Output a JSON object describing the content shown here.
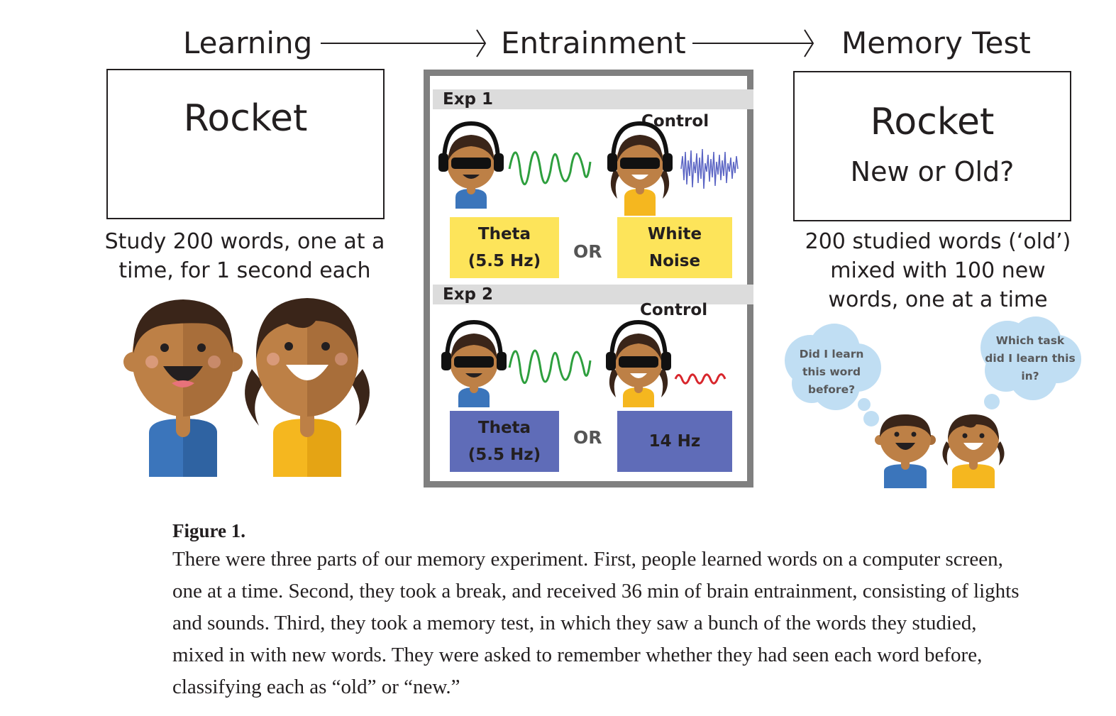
{
  "stages": {
    "learning": "Learning",
    "entrainment": "Entrainment",
    "memory_test": "Memory Test"
  },
  "learning": {
    "word": "Rocket",
    "description_line1": "Study 200 words, one at a",
    "description_line2": "time, for 1 second each"
  },
  "entrainment": {
    "exp1": {
      "label": "Exp 1",
      "control_label": "Control",
      "left_line1": "Theta",
      "left_line2": "(5.5 Hz)",
      "or": "OR",
      "right_line1": "White",
      "right_line2": "Noise"
    },
    "exp2": {
      "label": "Exp 2",
      "control_label": "Control",
      "left_line1": "Theta",
      "left_line2": "(5.5 Hz)",
      "or": "OR",
      "right_line1": "14 Hz"
    }
  },
  "memory": {
    "word": "Rocket",
    "question": "New or Old?",
    "description_line1": "200 studied words (‘old’)",
    "description_line2": "mixed with 100 new",
    "description_line3": "words, one at a time",
    "thought_left_line1": "Did I learn",
    "thought_left_line2": "this word",
    "thought_left_line3": "before?",
    "thought_right_line1": "Which task",
    "thought_right_line2": "did I learn this",
    "thought_right_line3": "in?"
  },
  "caption": {
    "title": "Figure 1.",
    "body": "There were three parts of our memory experiment. First, people learned words on a computer screen, one at a time. Second, they took a break, and received 36 min of brain entrainment, consisting of lights and sounds. Third, they took a memory test, in which they saw a bunch of the words they studied, mixed in with new words. They were asked to remember whether they had seen each word before, classifying each as “old” or “new.”"
  },
  "colors": {
    "skin": "#bd8046",
    "skin_shade": "#a86e3a",
    "hair": "#3a2519",
    "shirt_blue": "#3b75bb",
    "shirt_yellow": "#f5b71f",
    "cloud": "#c0def3",
    "wave_green": "#2e9f3e",
    "wave_red": "#d8262c",
    "noise_blue": "#5a64c4"
  }
}
